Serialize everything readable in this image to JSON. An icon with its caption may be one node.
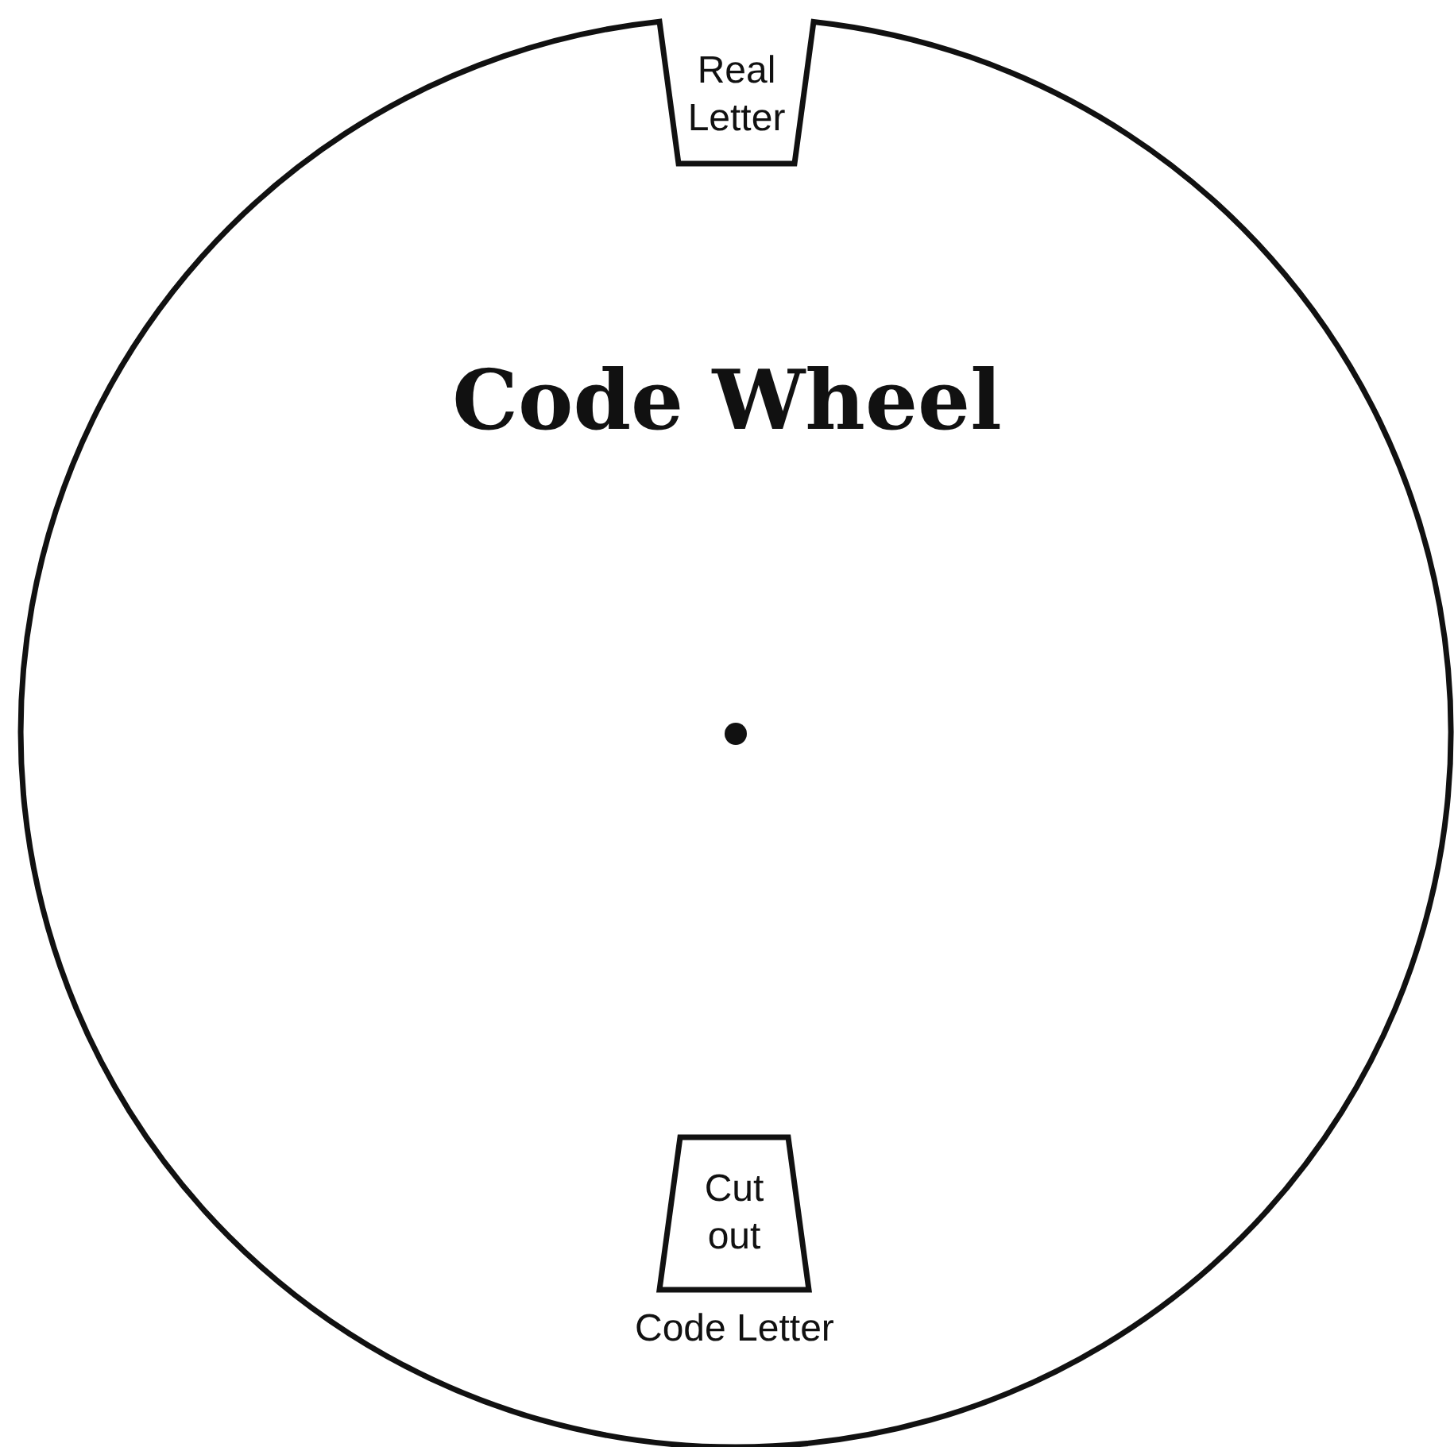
{
  "diagram": {
    "title": "Code Wheel",
    "nodes": [
      {
        "text": [
          "Real Letter"
        ]
      },
      {
        "text": [
          "Cut out"
        ],
        "beside": [
          "Code Letter"
        ]
      }
    ]
  }
}
